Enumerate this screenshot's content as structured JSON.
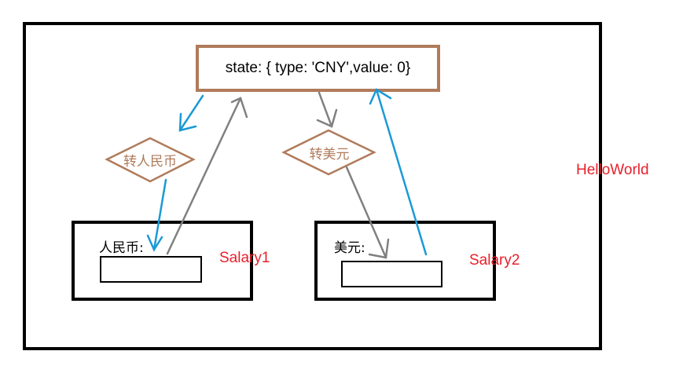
{
  "state_box": {
    "text": "state: { type: 'CNY',value: 0}"
  },
  "app": {
    "name": "HelloWorld"
  },
  "salary1": {
    "name": "Salary1",
    "label": "人民币:"
  },
  "salary2": {
    "name": "Salary2",
    "label": "美元:"
  },
  "transforms": {
    "to_cny": "转人民币",
    "to_usd": "转美元"
  },
  "colors": {
    "state_border": "#b07b5b",
    "component_name": "#e8202a",
    "diamond": "#b07b5b",
    "arrow_blue": "#1a9ad6",
    "arrow_gray": "#808080",
    "box_border": "#000000"
  }
}
